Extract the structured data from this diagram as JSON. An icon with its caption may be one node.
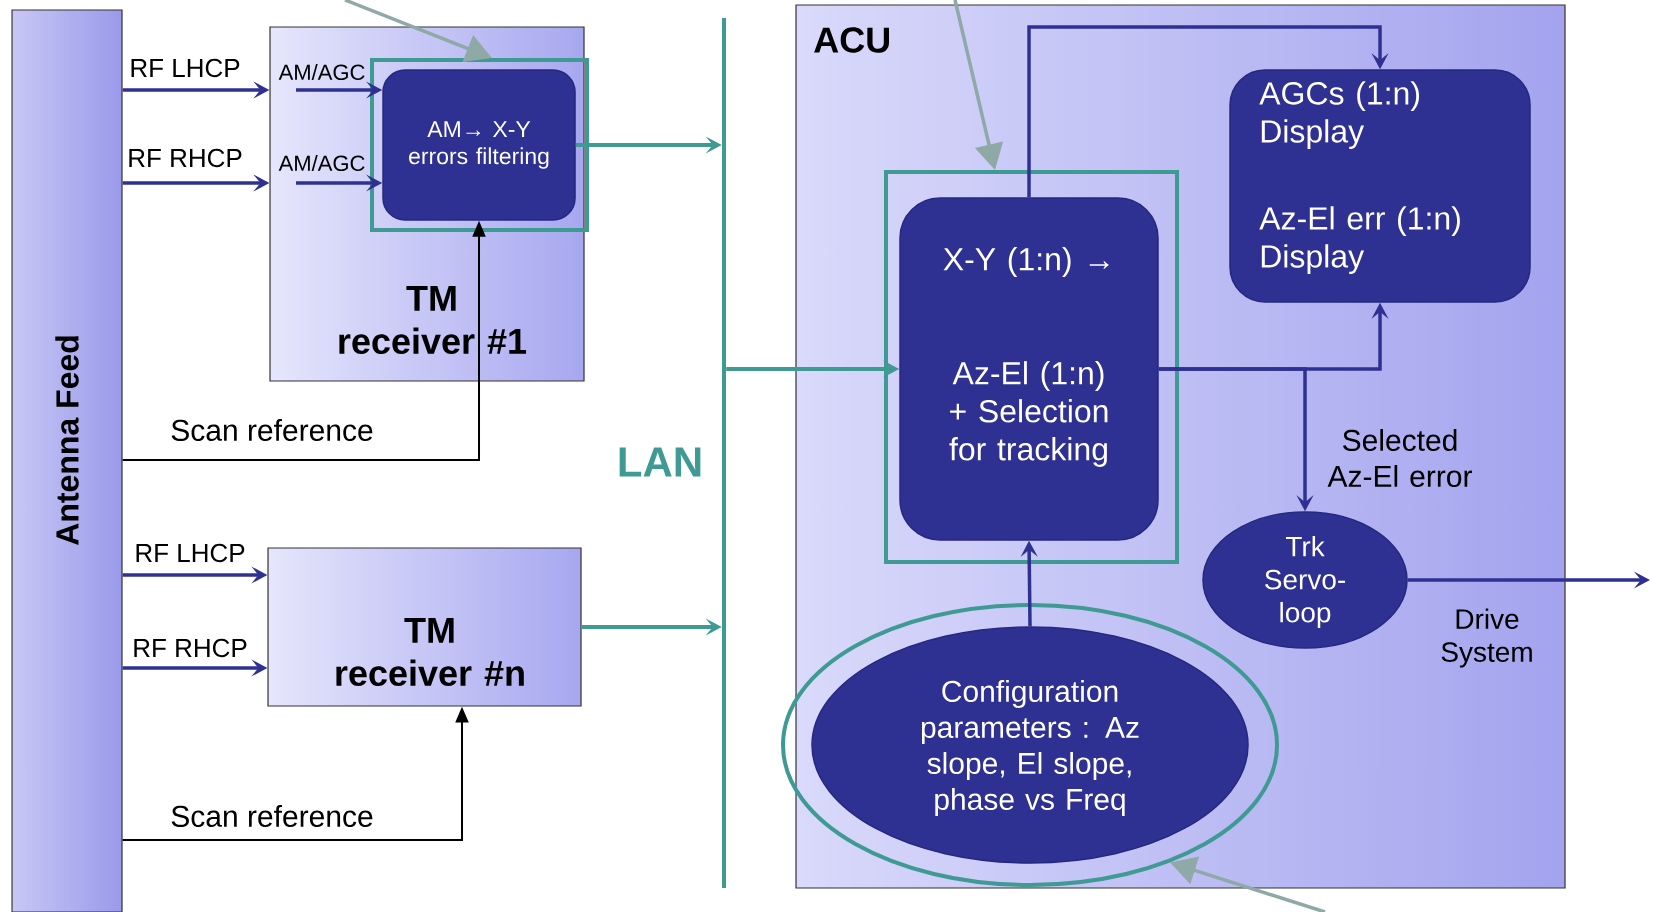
{
  "diagram": {
    "nodes": [
      {
        "text": [
          "Antenna Feed"
        ]
      },
      {
        "text": [
          "TM receiver #1"
        ]
      },
      {
        "text": [],
        "shape": "box",
        "in": 1
      },
      {
        "text": [
          "AM→ X-Y errors filtering"
        ],
        "in": 2
      },
      {
        "text": [],
        "shape": "bar",
        "beside": [
          "LAN"
        ]
      },
      {
        "text": [
          "TM receiver #n"
        ]
      },
      {
        "text": [
          "ACU"
        ]
      },
      {
        "text": [],
        "shape": "box",
        "in": 6
      },
      {
        "text": [
          "X-Y (1:n) →",
          "Az-El (1:n) + Selection for tracking"
        ],
        "in": 7
      },
      {
        "text": [
          "AGCs (1:n) Display",
          "Az-El err (1:n) Display"
        ],
        "in": 6
      },
      {
        "text": [
          "Trk Servo-loop"
        ],
        "in": 6
      },
      {
        "text": [],
        "shape": "ellipse",
        "in": 6
      },
      {
        "text": [
          "Configuration parameters : Az slope, El slope, phase vs Freq"
        ],
        "in": 11
      }
    ],
    "edges": [
      {
        "from": 0,
        "to": 1,
        "arrow": "to",
        "label": "RF LHCP"
      },
      {
        "from": 0,
        "to": 1,
        "arrow": "to",
        "label": "RF RHCP"
      },
      {
        "from": null,
        "to": 3,
        "arrow": "to",
        "label": "AM/AGC"
      },
      {
        "from": null,
        "to": 3,
        "arrow": "to",
        "label": "AM/AGC"
      },
      {
        "from": 0,
        "to": 3,
        "arrow": "to",
        "label": "Scan reference",
        "color": "#000000"
      },
      {
        "from": 0,
        "to": 5,
        "arrow": "to",
        "label": "RF LHCP"
      },
      {
        "from": 0,
        "to": 5,
        "arrow": "to",
        "label": "RF RHCP"
      },
      {
        "from": 0,
        "to": 5,
        "arrow": "to",
        "label": "Scan reference",
        "color": "#000000"
      },
      {
        "from": 3,
        "to": 4,
        "arrow": "to",
        "color": "#3F9A93"
      },
      {
        "from": 4,
        "to": 8,
        "arrow": "to",
        "color": "#3F9A93"
      },
      {
        "from": 5,
        "to": 4,
        "arrow": "to",
        "color": "#3F9A93"
      },
      {
        "from": 8,
        "to": 9,
        "arrow": "to"
      },
      {
        "from": 8,
        "to": 9,
        "arrow": "to"
      },
      {
        "from": 8,
        "to": 10,
        "arrow": "to",
        "label": "Selected Az-El error"
      },
      {
        "from": 12,
        "to": 8,
        "arrow": "to"
      },
      {
        "from": 10,
        "to": null,
        "arrow": "to",
        "label": "Drive System"
      },
      {
        "from": null,
        "to": 2,
        "arrow": "to",
        "color": "#8FA9A6"
      },
      {
        "from": null,
        "to": 7,
        "arrow": "to",
        "color": "#8FA9A6"
      },
      {
        "from": null,
        "to": 11,
        "arrow": "to",
        "color": "#8FA9A6"
      }
    ]
  }
}
